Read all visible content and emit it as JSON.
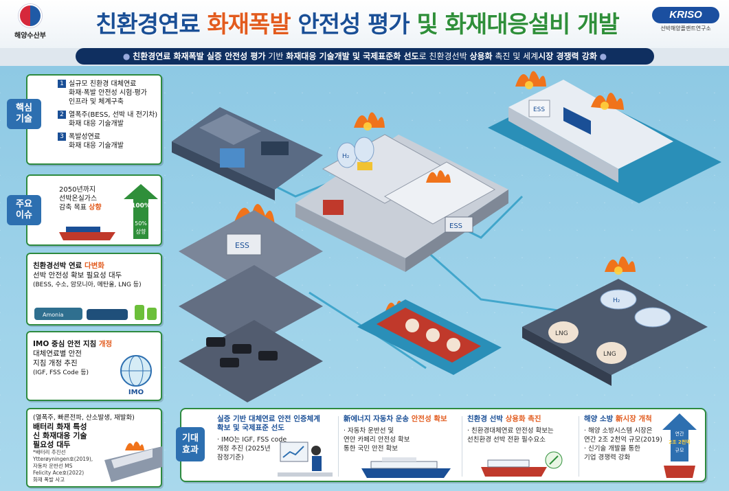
{
  "header": {
    "ministry_name": "해양수산부",
    "title_part1": "친환경연료 ",
    "title_part2": "화재폭발",
    "title_part3": " 안전성 평가",
    "title_part4": " 및 화재대응설비 개발",
    "org_logo": "KRISO",
    "org_sub": "선박해양플랜트연구소"
  },
  "subtitle": {
    "p1": "친환경연료 화재폭발 실증 안전성 평가",
    "p2": " 기반 ",
    "p3": "화재대응 기술개발 및 국제표준화 선도",
    "p4": "로 친환경선박 ",
    "p5": "상용화",
    "p6": " 촉진 및 세계",
    "p7": "시장 경쟁력 강화"
  },
  "core_tech": {
    "tag_line1": "핵심",
    "tag_line2": "기술",
    "items": [
      {
        "num": "1",
        "line1": "실규모 친환경 대체연료",
        "line2": "화재·폭발 안전성 시험·평가",
        "line3": "인프라 및 체계구축"
      },
      {
        "num": "2",
        "line1": "열폭주(BESS, 선박 내 전기차)",
        "line2": "화재 대응 기술개발",
        "line3": ""
      },
      {
        "num": "3",
        "line1": "폭발성연료",
        "line2": "화재 대응 기술개발",
        "line3": ""
      }
    ]
  },
  "key_issue": {
    "tag_line1": "주요",
    "tag_line2": "이슈",
    "line1": "2050년까지",
    "line2": "선박온실가스",
    "line3": "감축 목표 ",
    "line3_hl": "상향",
    "arrow_top": "100%",
    "arrow_mid": "50%",
    "arrow_bottom": "상향"
  },
  "alt_fuel": {
    "line1": "친환경선박 연료 ",
    "line1_hl": "다변화",
    "line2": "선박 안전성 확보 필요성 대두",
    "line3": "(BESS, 수소, 암모니아, 메탄올, LNG 등)",
    "ammonia_label": "Amonia"
  },
  "imo": {
    "line1": "IMO 중심 안전 지침 ",
    "line1_hl": "개정",
    "line2": "대체연료별 안전",
    "line3": "지침 개정 추진",
    "line4": "(IGF, FSS Code 등)",
    "globe_label": "IMO"
  },
  "battery": {
    "line1": "(열폭주, 빠른전파, 산소발생, 재발화)",
    "line2": "배터리 화재 특성",
    "line3": "신 화재대응 기술",
    "line4": "필요성 대두",
    "notes": [
      "*배터리 추진선",
      "Ytterøyningen호(2019),",
      "자동차 운반선 MS",
      "Felicity Ace호(2022)",
      "화재 폭발 사고"
    ]
  },
  "effects": {
    "tag_line1": "기대",
    "tag_line2": "효과",
    "e1_title1": "실증 기반 대체연료 안전 인증체계",
    "e1_title2": "확보 및 국제표준 선도",
    "e1_body1": "· IMO는 IGF, FSS code",
    "e1_body2": "개정 추진 (2025년",
    "e1_body3": "잠정기준)",
    "e2_title_a": "新에너지 자동차 운송 ",
    "e2_title_hl": "안전성 확보",
    "e2_body1": "· 자동차 운반선 및",
    "e2_body2": "연안 카페리 안전성 확보",
    "e2_body3": "통한 국민 안전 확보",
    "e3_title_a": "친환경 선박 ",
    "e3_title_hl": "상용화 촉진",
    "e3_body1": "· 친환경대체연료 안전성 확보는",
    "e3_body2": "선친환경 선박 전환 필수요소",
    "e4_title_a": "해양 소방 ",
    "e4_title_hl": "新시장 개척",
    "e4_body1": "· 해양 소방시스템 시장은",
    "e4_body2": "연간 2조 2천억 규모(2019)",
    "e4_body3": "· 신기술 개발을 통한",
    "e4_body4": "기업 경쟁력 강화",
    "stat_label1": "연간",
    "stat_label2": "2조 2천억",
    "stat_label3": "규모"
  },
  "scene": {
    "ess_label": "ESS",
    "h2_label": "H₂",
    "lng_label": "LNG"
  },
  "colors": {
    "title_blue": "#1a4f96",
    "accent_orange": "#e25b1e",
    "accent_green": "#2f8f3a",
    "panel_border": "#2d8a3e",
    "tag_blue": "#2d6fb0",
    "water": "#2a8fb8",
    "fire": "#f0731b"
  }
}
